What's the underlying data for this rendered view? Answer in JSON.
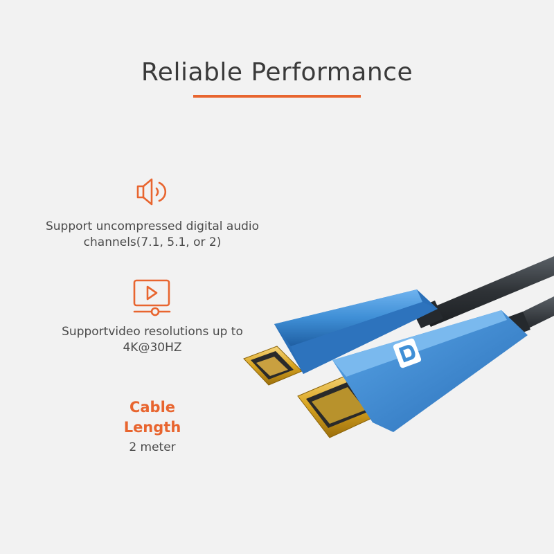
{
  "header": {
    "title": "Reliable Performance",
    "accent_color": "#e8652f"
  },
  "features": [
    {
      "icon": "speaker-icon",
      "text": "Support uncompressed digital audio channels(7.1, 5.1, or 2)"
    },
    {
      "icon": "video-play-icon",
      "text": "Supportvideo resolutions up to 4K@30HZ"
    }
  ],
  "cable_length": {
    "label": "Cable Length",
    "value": "2 meter"
  },
  "product": {
    "description": "HDMI to DisplayPort cable with blue aluminum connector housings and gold plated plugs",
    "colors": {
      "housing": "#3f8fd6",
      "plug": "#d9a520",
      "cable": "#2e3236"
    }
  }
}
